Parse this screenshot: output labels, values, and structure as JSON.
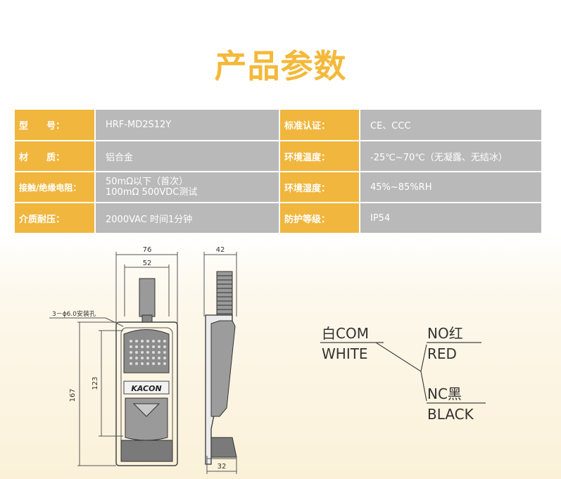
{
  "title": "产品参数",
  "specs": {
    "rows": [
      {
        "l1": "型　　号：",
        "v1": "HRF-MD2S12Y",
        "l2": "标准认证：",
        "v2": "CE、CCC"
      },
      {
        "l1": "材　　质：",
        "v1": "铝合金",
        "l2": "环境温度：",
        "v2": "-25℃~70℃（无凝露、无结冰）"
      },
      {
        "l1": "接触/绝缘电阻：",
        "v1a": "50mΩ以下（首次）",
        "v1b": "100mΩ 500VDC测试",
        "l2": "环境湿度：",
        "v2": "45%~85%RH"
      },
      {
        "l1": "介质耐压：",
        "v1": "2000VAC 时间1分钟",
        "l2": "防护等级：",
        "v2": "IP54"
      }
    ]
  },
  "drawing": {
    "dim_76": "76",
    "dim_52": "52",
    "dim_42": "42",
    "dim_32": "32",
    "dim_167": "167",
    "dim_123": "123",
    "hole_note": "3－ϕ6.0安装孔",
    "brand": "KACON"
  },
  "wiring": {
    "com_label": "白COM",
    "com_color": "WHITE",
    "no_label": "NO红",
    "no_color": "RED",
    "nc_label": "NC黑",
    "nc_color": "BLACK"
  }
}
